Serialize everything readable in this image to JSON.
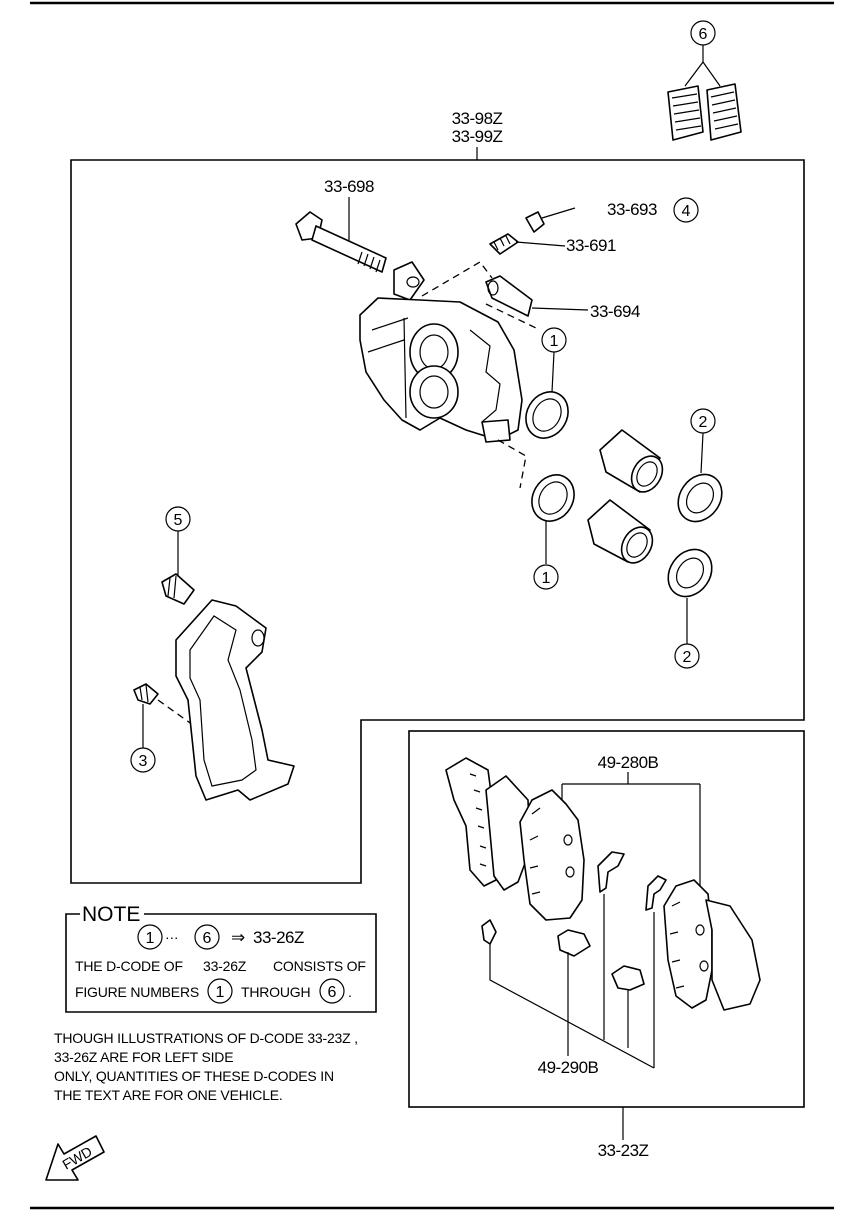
{
  "labels": {
    "kit_codes": [
      "33-98Z",
      "33-99Z"
    ],
    "bolt": "33-698",
    "cap": "33-693",
    "bleeder": "33-691",
    "pin": "33-694",
    "pads": "49-280B",
    "shims": "49-290B",
    "pad_set": "33-23Z"
  },
  "callouts": {
    "n1": "1",
    "n2": "2",
    "n3": "3",
    "n4": "4",
    "n5": "5",
    "n6": "6"
  },
  "note": {
    "title": "NOTE",
    "range_start": "1",
    "range_sep": "···",
    "range_end": "6",
    "arrow": "⇒",
    "range_code": "33-26Z",
    "line2_a": "THE D-CODE OF",
    "line2_code": "33-26Z",
    "line2_b": "CONSISTS OF",
    "line3_a": "FIGURE NUMBERS",
    "line3_start": "1",
    "line3_mid": "THROUGH",
    "line3_end": "6",
    "line3_dot": "."
  },
  "remark": [
    "THOUGH ILLUSTRATIONS OF D-CODE 33-23Z ,",
    "33-26Z  ARE FOR LEFT SIDE",
    "ONLY, QUANTITIES OF THESE D-CODES IN",
    "THE TEXT ARE FOR ONE VEHICLE."
  ],
  "fwd": "FWD"
}
